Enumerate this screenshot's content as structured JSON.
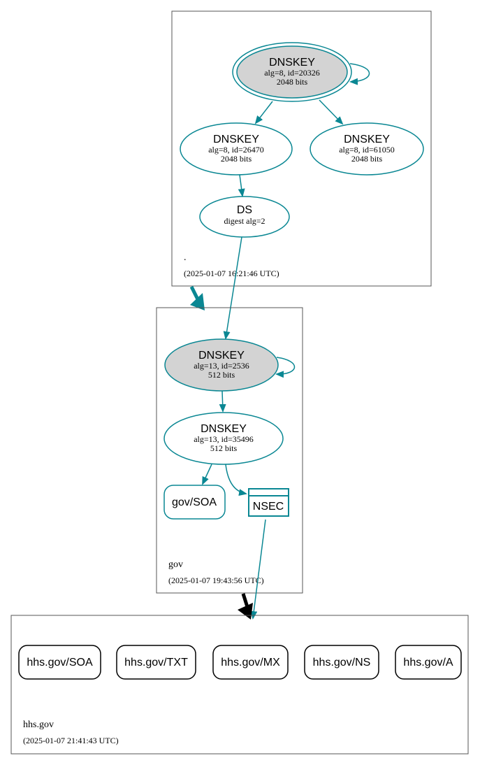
{
  "colors": {
    "edge": "#0a8793",
    "frame": "#555555",
    "node_fill_ksk": "#d3d3d3",
    "node_fill": "#ffffff",
    "delegation": "#000000",
    "text": "#000000"
  },
  "zones": {
    "root": {
      "name": ".",
      "timestamp": "(2025-01-07 16:21:46 UTC)"
    },
    "gov": {
      "name": "gov",
      "timestamp": "(2025-01-07 19:43:56 UTC)"
    },
    "hhs": {
      "name": "hhs.gov",
      "timestamp": "(2025-01-07 21:41:43 UTC)"
    }
  },
  "nodes": {
    "root_ksk": {
      "title": "DNSKEY",
      "line1": "alg=8, id=20326",
      "line2": "2048 bits"
    },
    "root_zsk1": {
      "title": "DNSKEY",
      "line1": "alg=8, id=26470",
      "line2": "2048 bits"
    },
    "root_zsk2": {
      "title": "DNSKEY",
      "line1": "alg=8, id=61050",
      "line2": "2048 bits"
    },
    "root_ds": {
      "title": "DS",
      "line1": "digest alg=2"
    },
    "gov_ksk": {
      "title": "DNSKEY",
      "line1": "alg=13, id=2536",
      "line2": "512 bits"
    },
    "gov_zsk": {
      "title": "DNSKEY",
      "line1": "alg=13, id=35496",
      "line2": "512 bits"
    },
    "gov_soa": {
      "label": "gov/SOA"
    },
    "gov_nsec": {
      "label": "NSEC"
    }
  },
  "hhs_records": [
    "hhs.gov/SOA",
    "hhs.gov/TXT",
    "hhs.gov/MX",
    "hhs.gov/NS",
    "hhs.gov/A"
  ]
}
